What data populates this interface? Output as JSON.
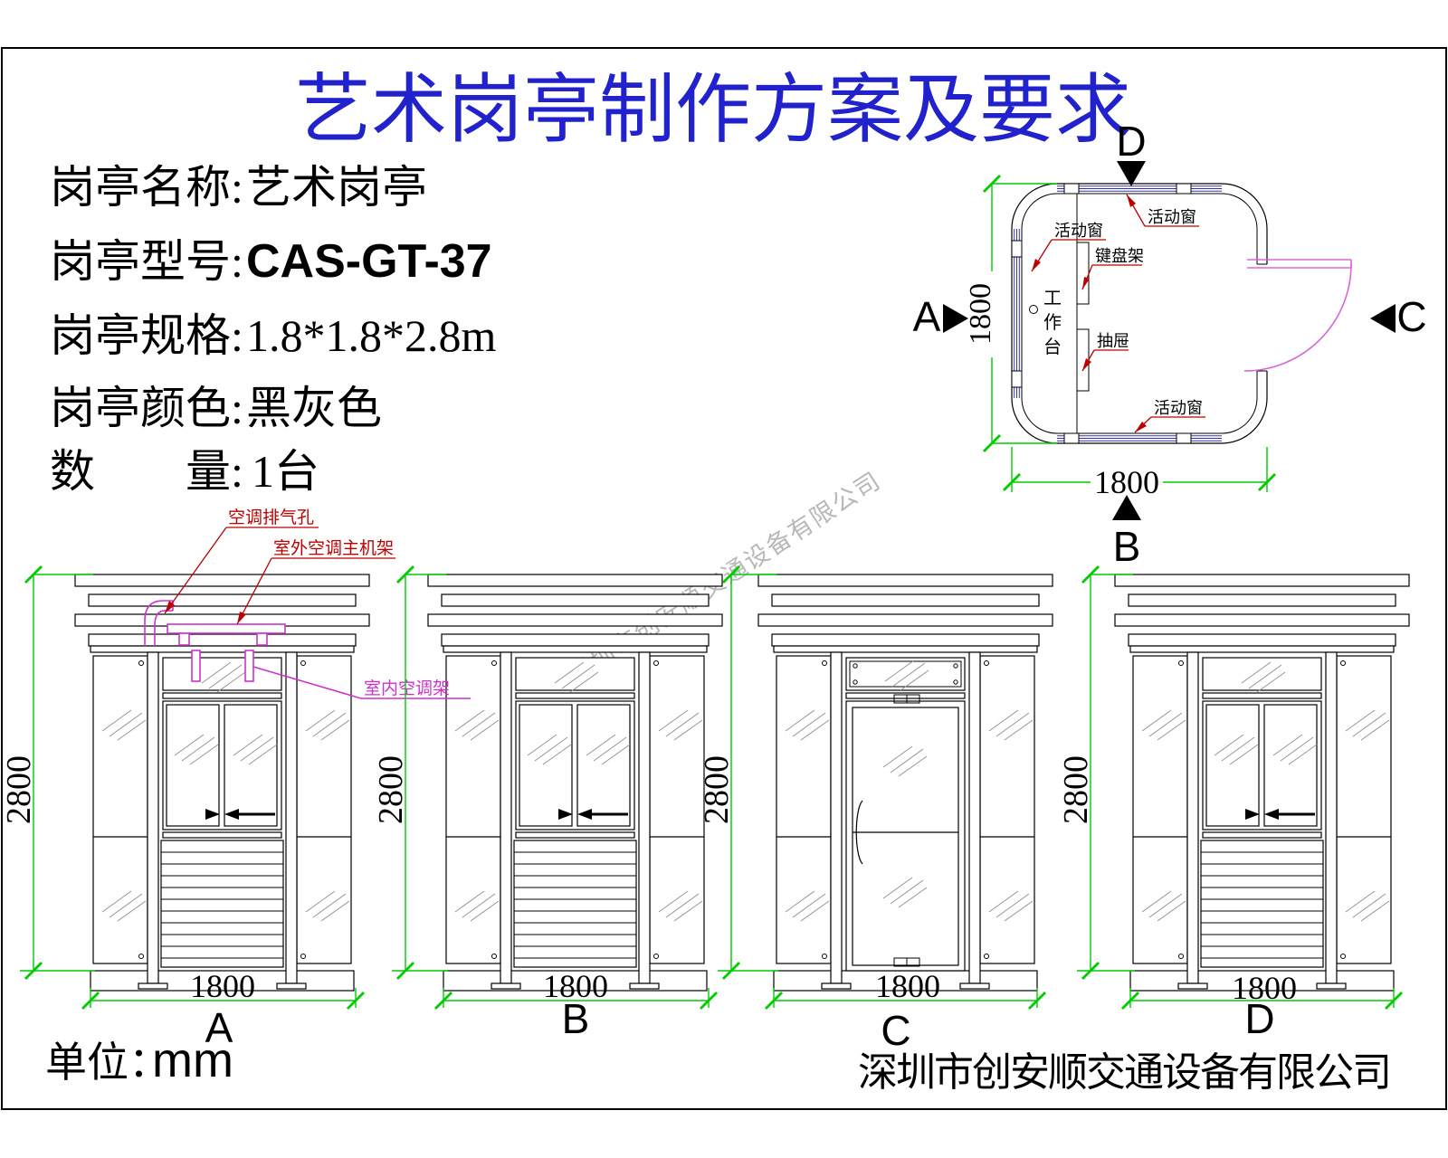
{
  "title": "艺术岗亭制作方案及要求",
  "info": {
    "rows": [
      {
        "label": "岗亭名称:",
        "value": "艺术岗亭"
      },
      {
        "label": "岗亭型号:",
        "value": "CAS-GT-37"
      },
      {
        "label": "岗亭规格:",
        "value": "1.8*1.8*2.8m"
      },
      {
        "label": "岗亭颜色:",
        "value": "黑灰色"
      },
      {
        "label": "数　　量:",
        "value": "1台"
      }
    ]
  },
  "plan": {
    "labels": {
      "window_top": "活动窗",
      "window_left": "活动窗",
      "window_bottom": "活动窗",
      "keyboard_shelf": "键盘架",
      "drawer": "抽屉",
      "worktable": "工作台"
    },
    "dims": {
      "depth": "1800",
      "width": "1800"
    },
    "directions": {
      "top": "D",
      "bottom": "B",
      "left": "A",
      "right": "C"
    }
  },
  "elevations": {
    "height_dim": "2800",
    "width_dim": "1800",
    "views": [
      {
        "label": "A"
      },
      {
        "label": "B"
      },
      {
        "label": "C"
      },
      {
        "label": "D"
      }
    ],
    "annotations": {
      "exhaust": "空调排气孔",
      "outdoor_rack": "室外空调主机架",
      "indoor_rack": "室内空调架"
    }
  },
  "footer": {
    "unit_label": "单位：",
    "unit_value": "mm",
    "company": "深圳市创安顺交通设备有限公司"
  },
  "watermark": "深圳市创安顺交通设备有限公司",
  "colors": {
    "title_blue": "#2222cc",
    "dimension_green": "#00cc00",
    "leader_red": "#bb0000",
    "ac_magenta": "#cc33cc",
    "door_magenta": "#d966d9",
    "window_blue": "#3333aa",
    "watermark_gray": "#b8b8b8",
    "hatch_gray": "#949494"
  }
}
